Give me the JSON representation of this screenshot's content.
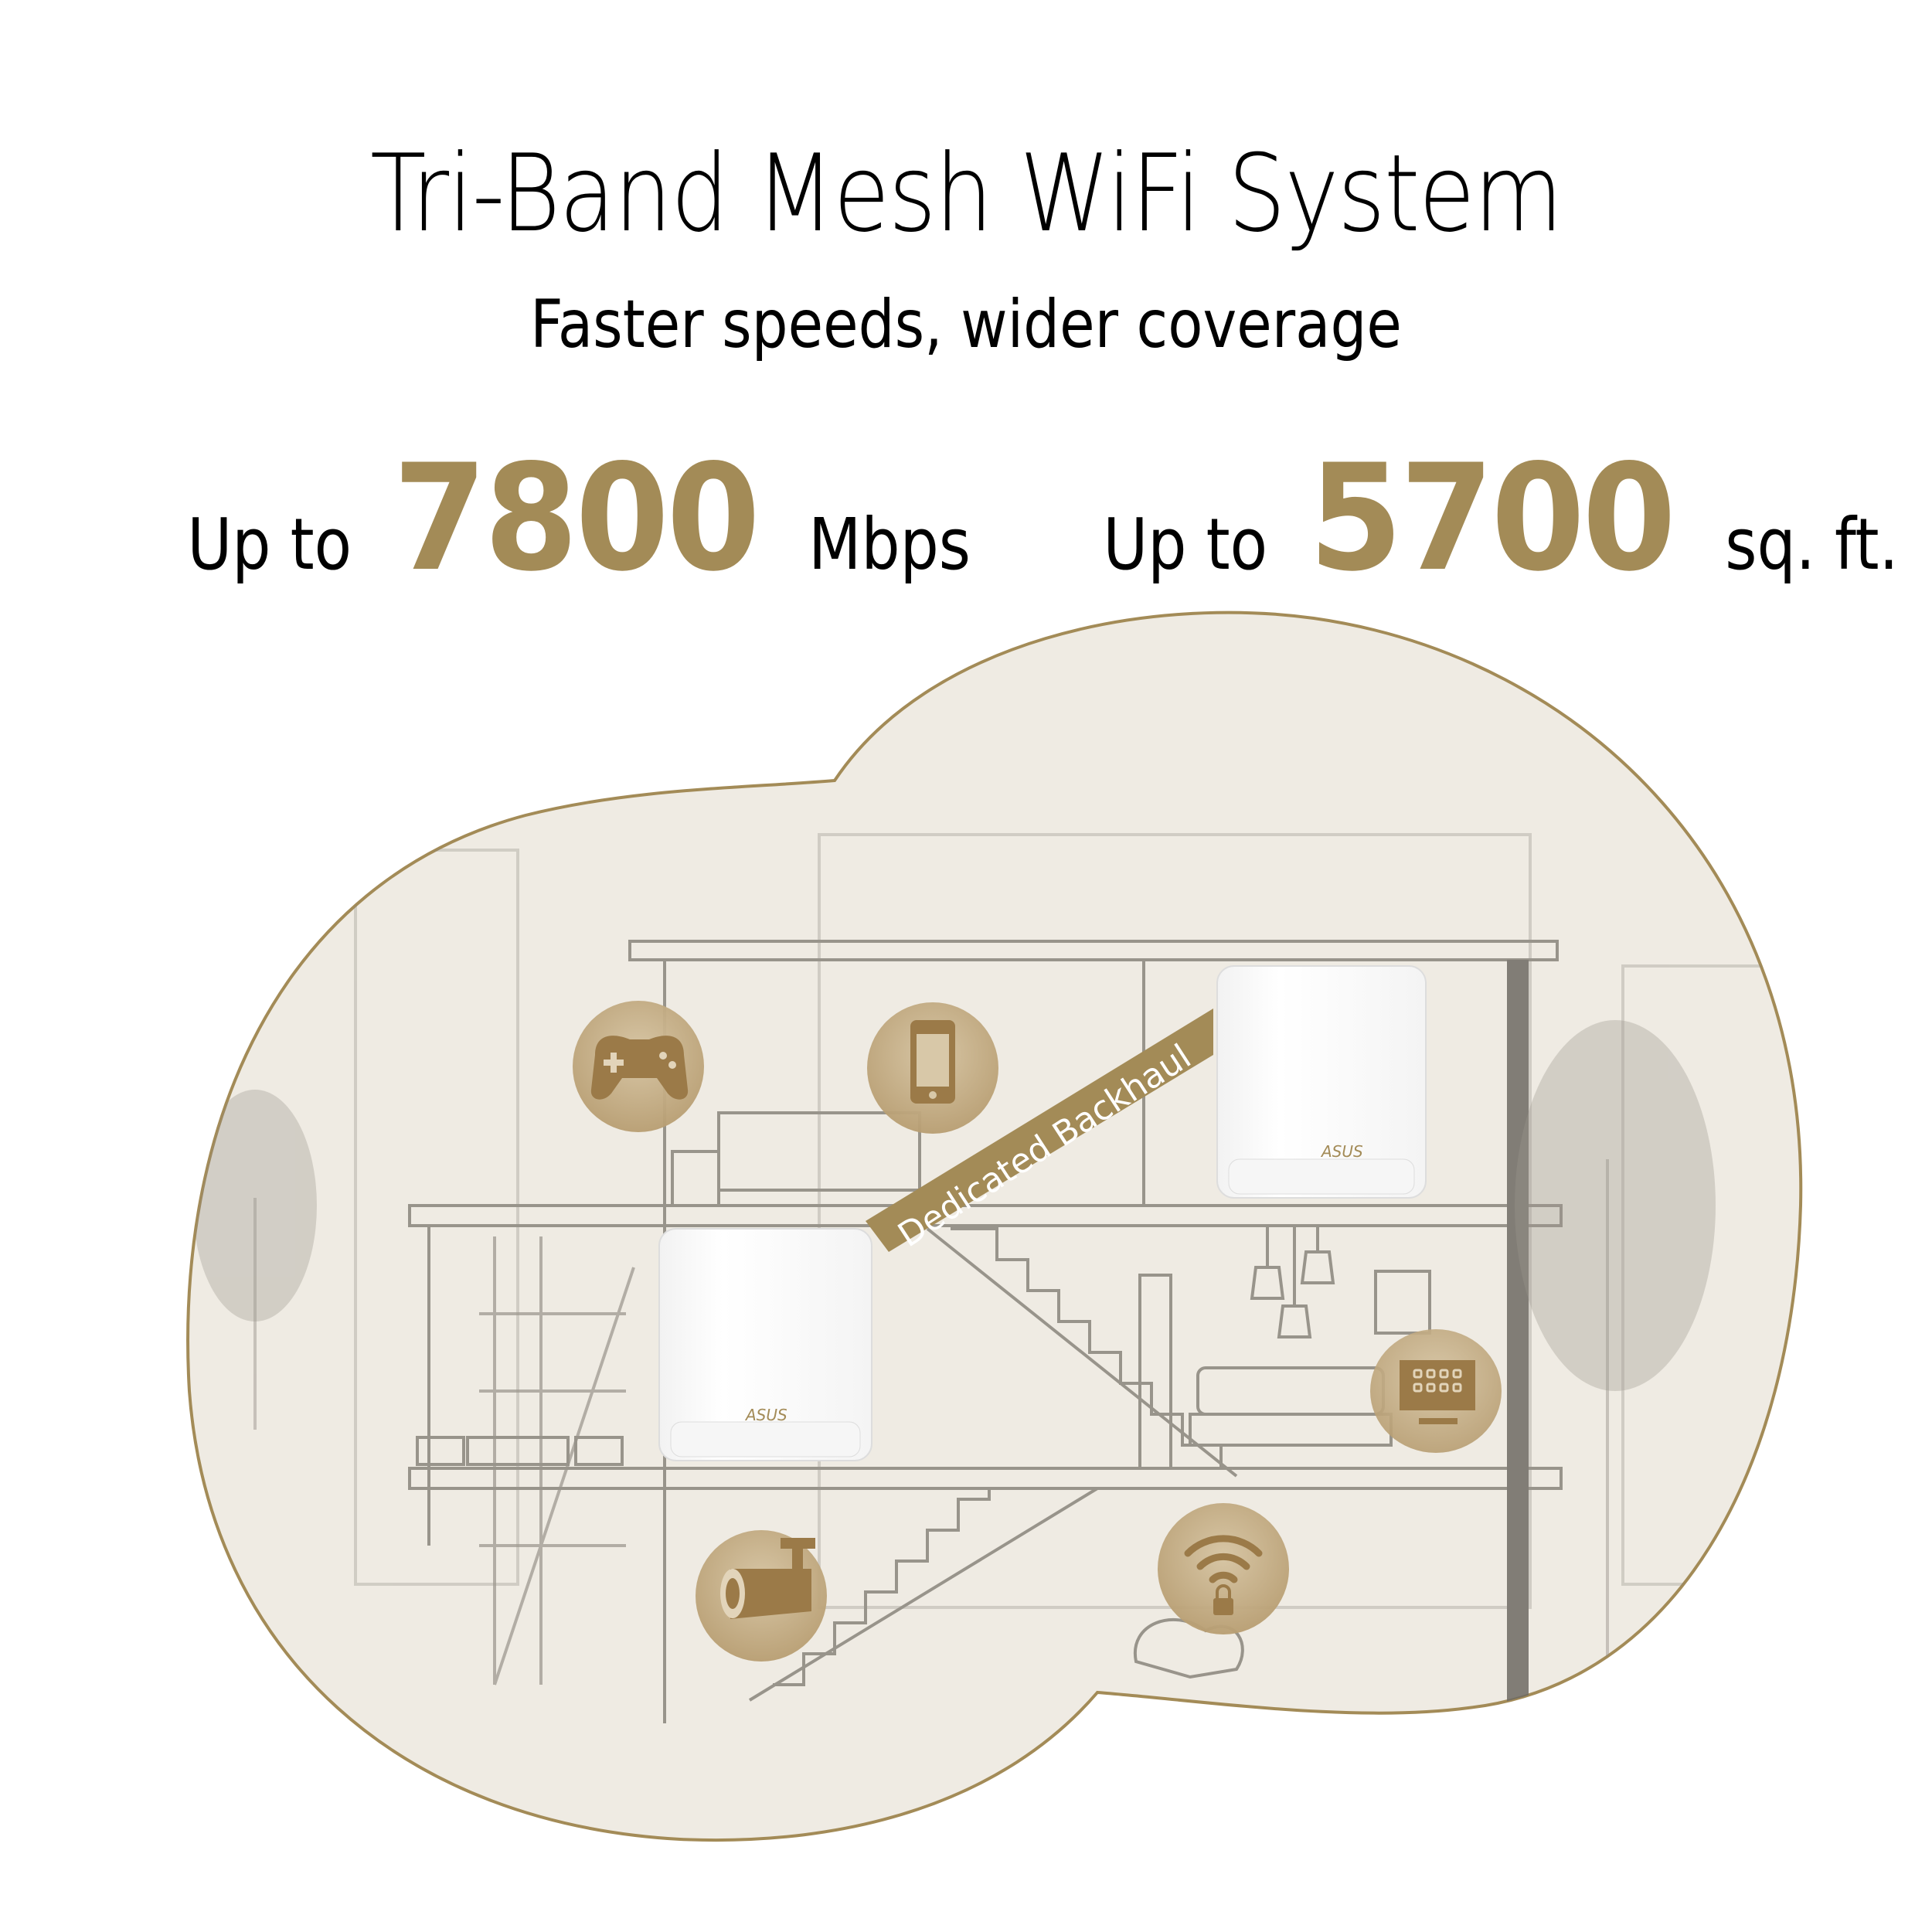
{
  "header": {
    "title": "Tri-Band Mesh WiFi System",
    "subtitle": "Faster speeds, wider coverage"
  },
  "stats": [
    {
      "prefix": "Up to",
      "value": "7800",
      "unit": "Mbps"
    },
    {
      "prefix": "Up to",
      "value": "5700",
      "unit": "sq. ft."
    }
  ],
  "illustration": {
    "banner_label": "Dedicated Backhaul",
    "router_brand": "ASUS",
    "icons": [
      "gamepad-icon",
      "smartphone-icon",
      "smart-tv-icon",
      "security-camera-icon",
      "wifi-lock-icon"
    ]
  },
  "colors": {
    "accent_gold": "#A38B57",
    "bubble_fill": "#EFEBE3",
    "bubble_outline": "#A38B57",
    "line_art": "#8A857C"
  }
}
